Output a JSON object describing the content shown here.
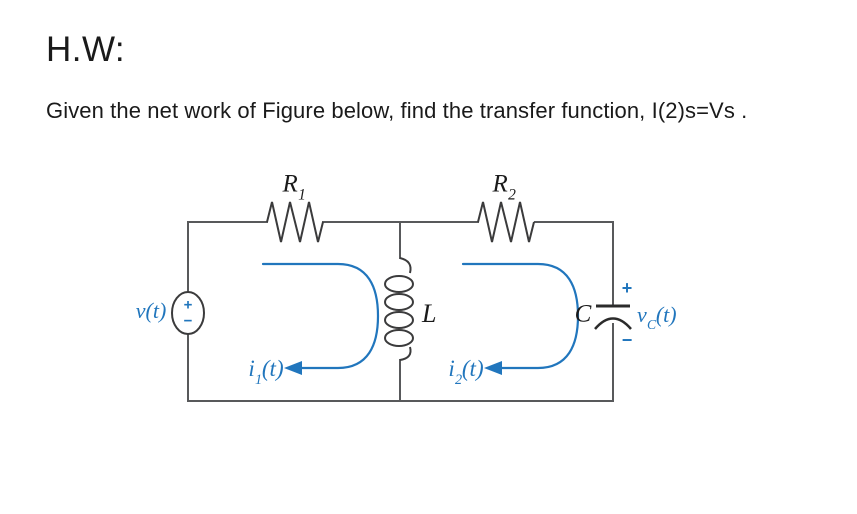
{
  "page": {
    "title": "H.W:",
    "body": "Given the net work of Figure below, find the transfer function, I(2)s=Vs ."
  },
  "circuit": {
    "colors": {
      "accent_blue": "#2176bd",
      "wire_gray": "#58595b",
      "element_dark": "#3b3b3c",
      "text_black": "#1a1a1a"
    },
    "labels": {
      "source": {
        "base": "v",
        "suffix": "(t)"
      },
      "source_plus": "+",
      "source_minus": "−",
      "r1": {
        "base": "R",
        "sub": "1"
      },
      "r2": {
        "base": "R",
        "sub": "2"
      },
      "inductor": {
        "base": "L"
      },
      "capacitor": {
        "base": "C"
      },
      "cap_plus": "+",
      "cap_minus": "−",
      "vc": {
        "base": "v",
        "sub": "C",
        "suffix": "(t)"
      },
      "i1": {
        "base": "i",
        "sub": "1",
        "suffix": "(t)"
      },
      "i2": {
        "base": "i",
        "sub": "2",
        "suffix": "(t)"
      }
    }
  }
}
